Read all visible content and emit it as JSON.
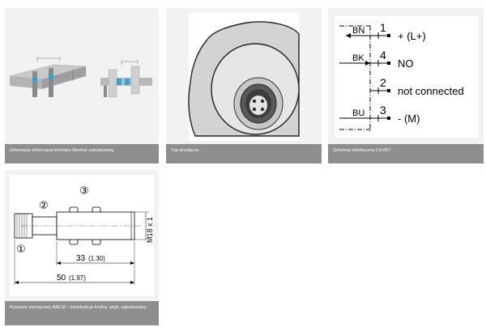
{
  "colors": {
    "card_bg": "#f2f2f2",
    "caption_bg": "#8e8e8e",
    "caption_text": "#ffffff",
    "accent_blue": "#2aa7d6"
  },
  "gallery": [
    {
      "caption": "Informacje dotycząca montażu Montaż zabudowany"
    },
    {
      "caption": "Typ przyłącza"
    },
    {
      "caption": "Schemat elektryczny Cd-007"
    },
    {
      "caption": "Rysunek wymiarowy IME18 – konstrukcja krótka, wtyk, zabudowany"
    }
  ],
  "wiring": {
    "rows": [
      {
        "code": "BN",
        "pin": "1",
        "desc": "+ (L+)"
      },
      {
        "code": "BK",
        "pin": "4",
        "desc": "NO"
      },
      {
        "code": "",
        "pin": "2",
        "desc": "not connected"
      },
      {
        "code": "BU",
        "pin": "3",
        "desc": "- (M)"
      }
    ]
  },
  "dimension": {
    "markers": [
      "①",
      "②",
      "③"
    ],
    "thread_label": "M18 x 1",
    "dim_33": "33",
    "dim_33_in": "(1.30)",
    "dim_50": "50",
    "dim_50_in": "(1.97)",
    "symbol": "⊗"
  }
}
